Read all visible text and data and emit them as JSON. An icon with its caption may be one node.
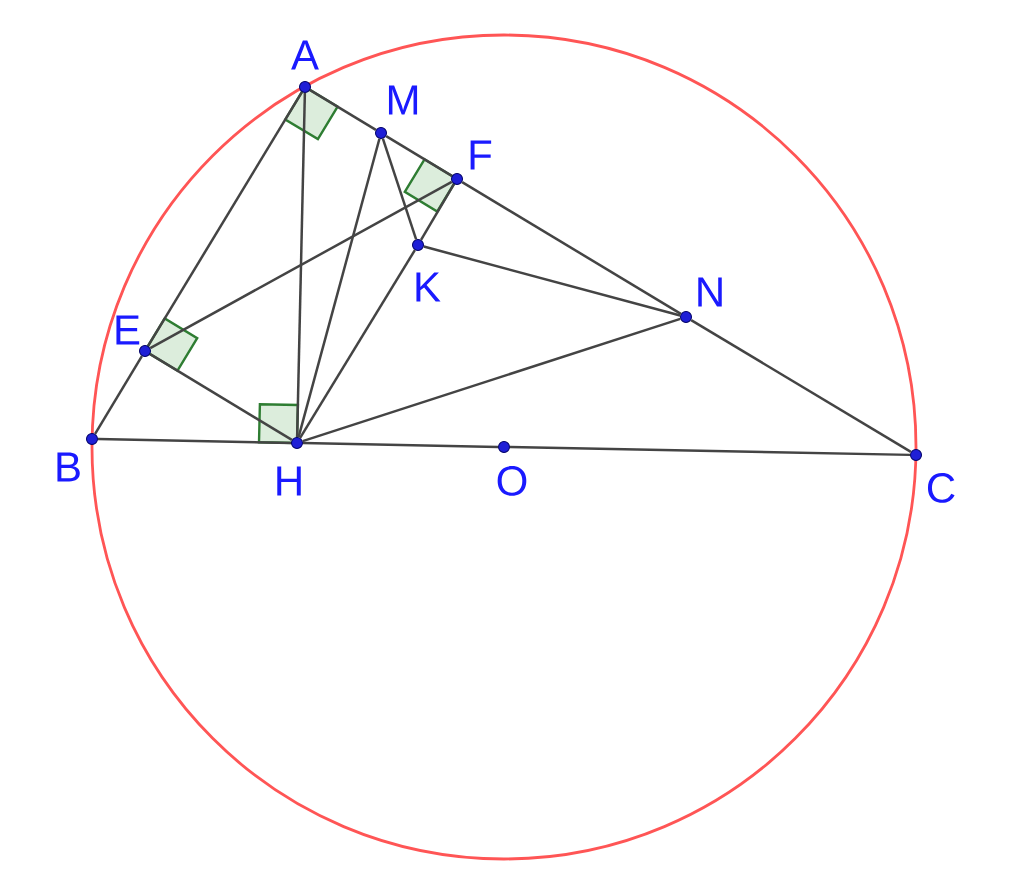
{
  "diagram": {
    "nodes": [
      {
        "text": [
          "A"
        ]
      },
      {
        "text": [
          "M"
        ]
      },
      {
        "text": [
          "F"
        ]
      },
      {
        "text": [
          "K"
        ]
      },
      {
        "text": [
          "N"
        ]
      },
      {
        "text": [
          "E"
        ]
      },
      {
        "text": [
          "B"
        ]
      },
      {
        "text": [
          "H"
        ]
      },
      {
        "text": [
          "O"
        ]
      },
      {
        "text": [
          "C"
        ]
      }
    ],
    "edges": [
      {
        "from": 0,
        "to": 1,
        "arrow": "none"
      },
      {
        "from": 1,
        "to": 2,
        "arrow": "none"
      },
      {
        "from": 2,
        "to": 4,
        "arrow": "none"
      },
      {
        "from": 4,
        "to": 9,
        "arrow": "none"
      },
      {
        "from": 0,
        "to": 5,
        "arrow": "none"
      },
      {
        "from": 5,
        "to": 6,
        "arrow": "none"
      },
      {
        "from": 6,
        "to": 7,
        "arrow": "none"
      },
      {
        "from": 7,
        "to": 8,
        "arrow": "none"
      },
      {
        "from": 8,
        "to": 9,
        "arrow": "none"
      },
      {
        "from": 0,
        "to": 7,
        "arrow": "none"
      },
      {
        "from": 5,
        "to": 7,
        "arrow": "none"
      },
      {
        "from": 5,
        "to": 2,
        "arrow": "none"
      },
      {
        "from": 7,
        "to": 1,
        "arrow": "none"
      },
      {
        "from": 7,
        "to": 3,
        "arrow": "none"
      },
      {
        "from": 3,
        "to": 2,
        "arrow": "none"
      },
      {
        "from": 1,
        "to": 3,
        "arrow": "none"
      },
      {
        "from": 3,
        "to": 4,
        "arrow": "none"
      },
      {
        "from": 7,
        "to": 4,
        "arrow": "none"
      }
    ]
  }
}
